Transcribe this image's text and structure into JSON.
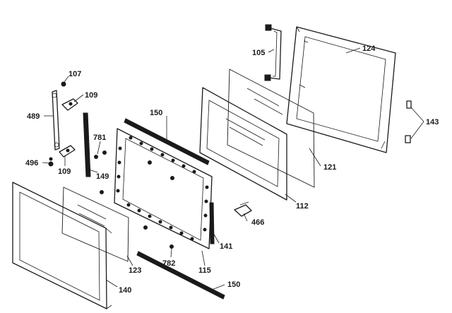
{
  "labels": {
    "l105": "105",
    "l124": "124",
    "l107": "107",
    "l109a": "109",
    "l489": "489",
    "l150a": "150",
    "l143": "143",
    "l781": "781",
    "l496": "496",
    "l109b": "109",
    "l149": "149",
    "l121": "121",
    "l112": "112",
    "l466": "466",
    "l141": "141",
    "l123": "123",
    "l782": "782",
    "l115": "115",
    "l140": "140",
    "l150b": "150"
  }
}
